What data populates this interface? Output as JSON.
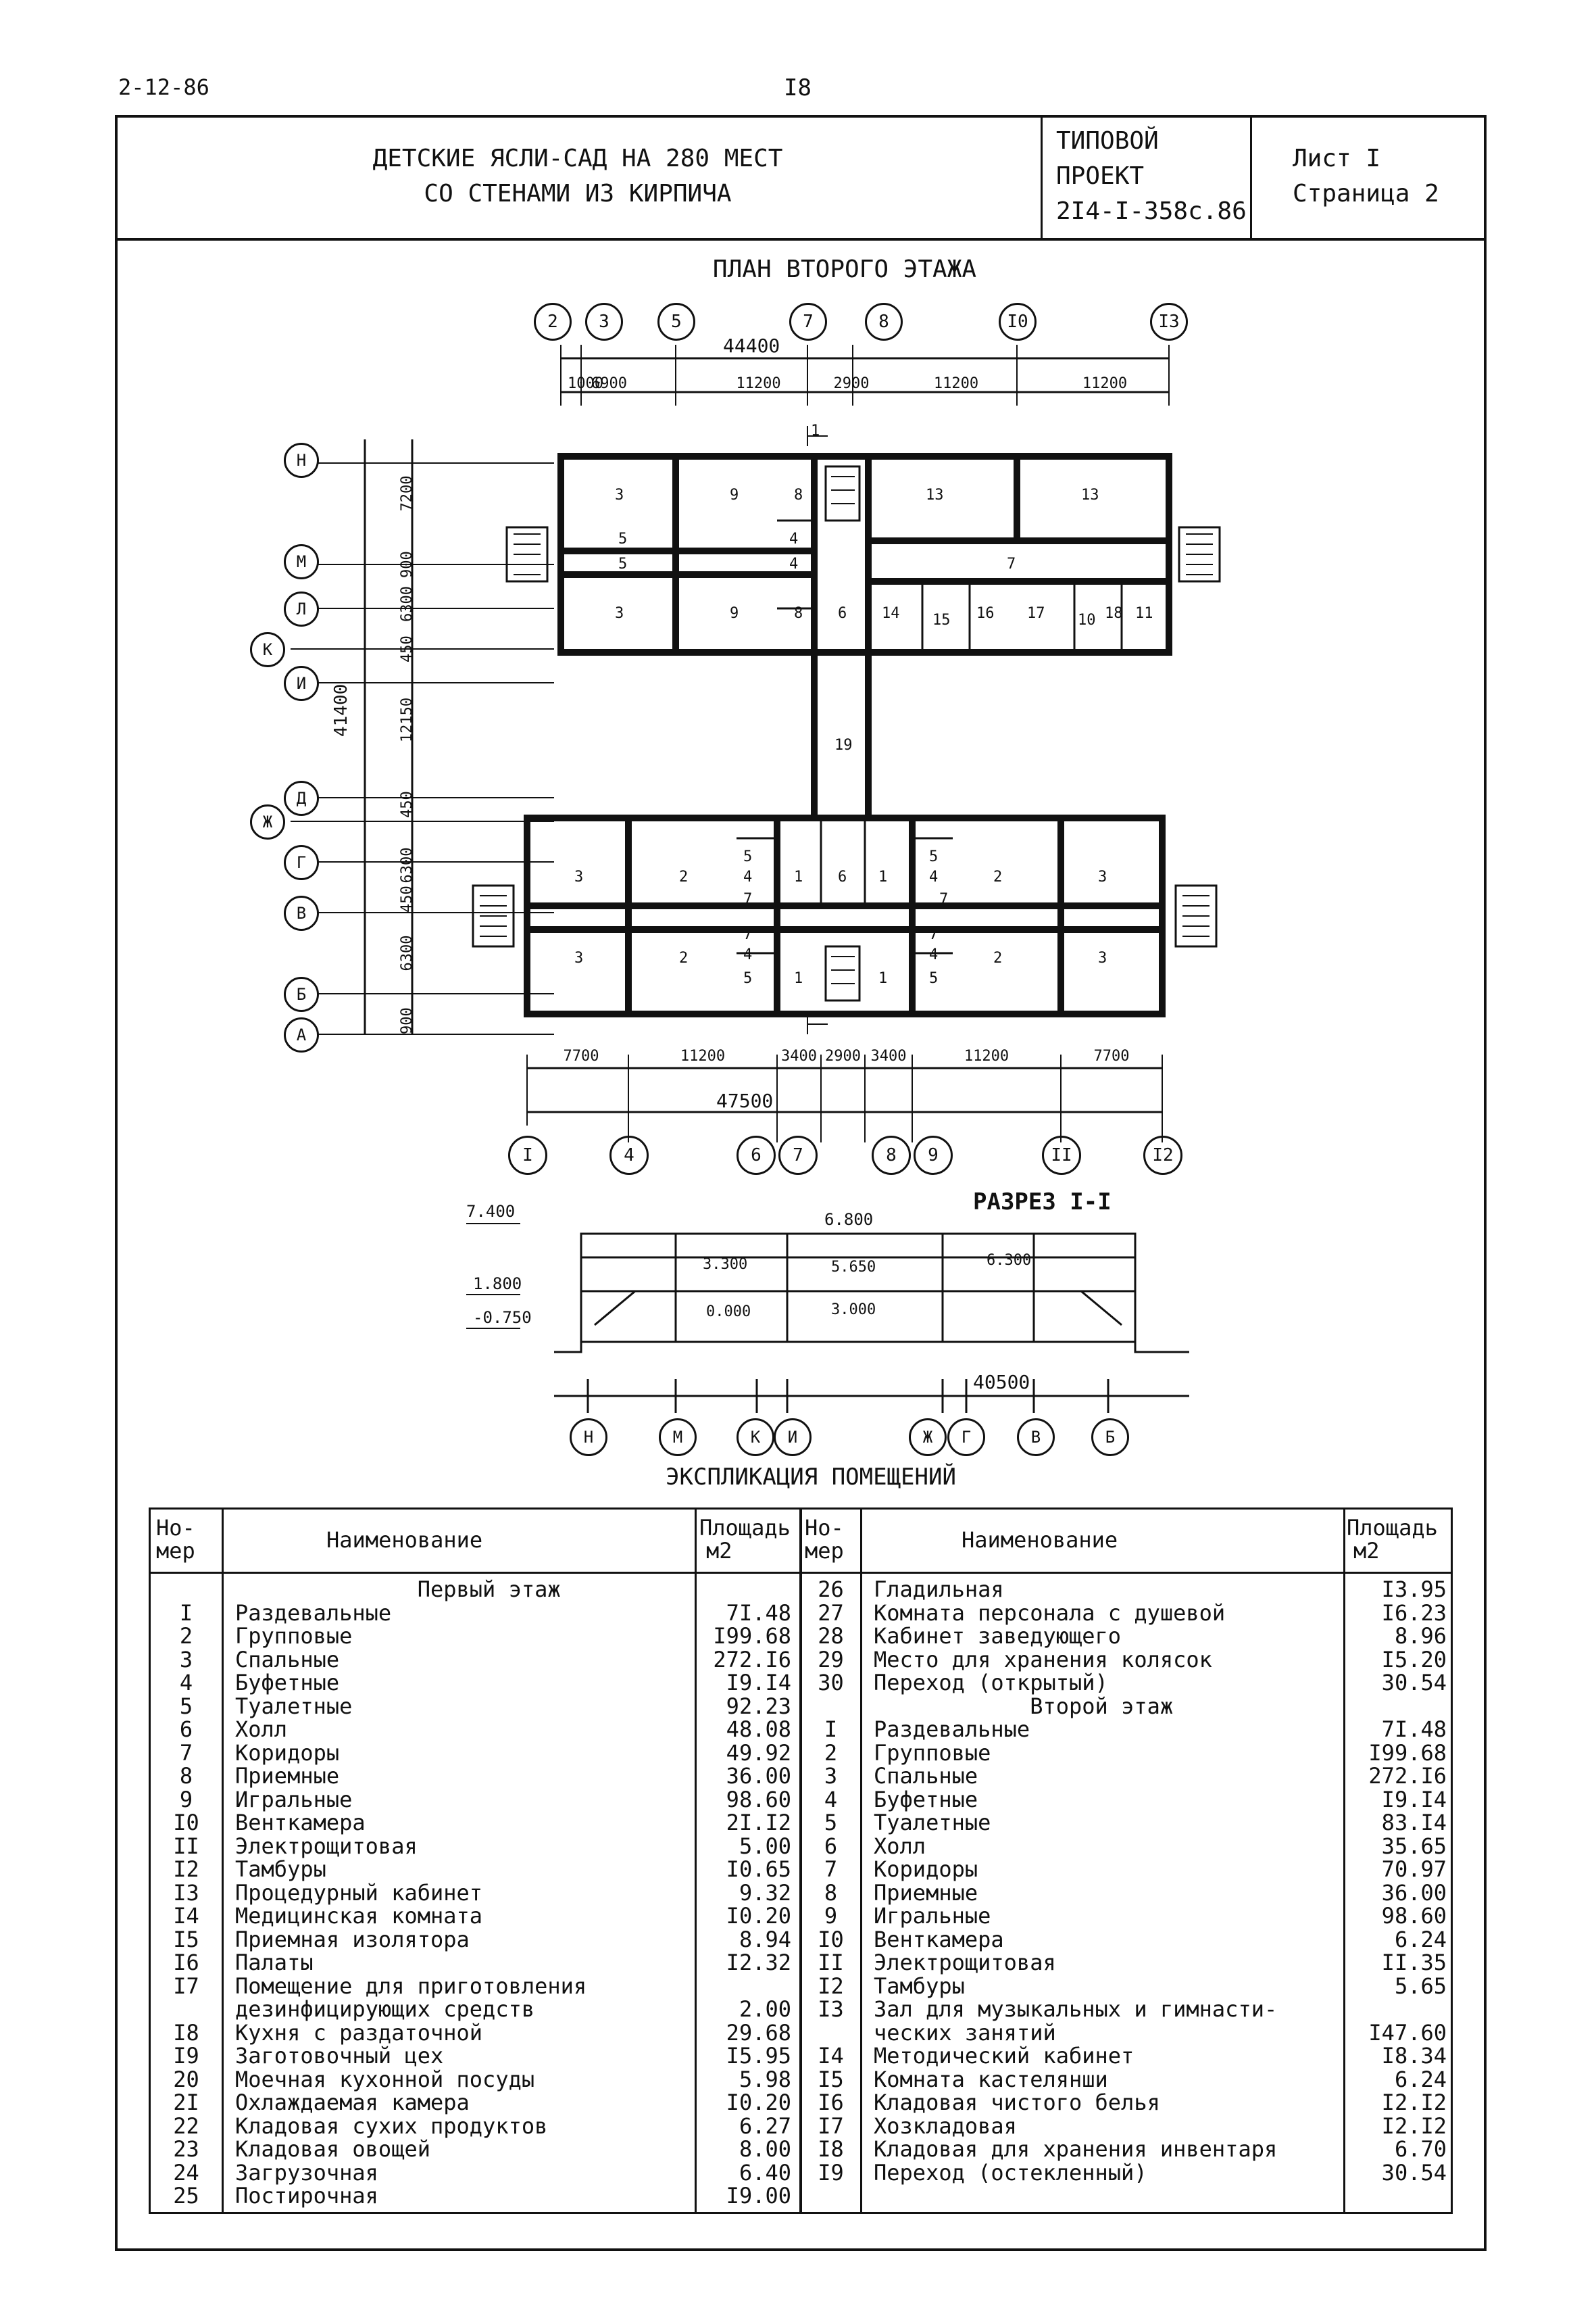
{
  "header": {
    "sheet_code": "2-12-86",
    "page_number": "I8"
  },
  "title_block": {
    "line1": "ДЕТСКИЕ ЯСЛИ-САД НА 280 МЕСТ",
    "line2": "СО СТЕНАМИ ИЗ КИРПИЧА",
    "project_label": "ТИПОВОЙ ПРОЕКТ",
    "project_code": "2I4-I-358с.86",
    "sheet_label": "Лист I",
    "page_label": "Страница 2"
  },
  "plan": {
    "title": "ПЛАН ВТОРОГО ЭТАЖА",
    "top_axes": [
      "2",
      "3",
      "5",
      "7",
      "8",
      "I0",
      "I3"
    ],
    "top_total": "44400",
    "top_dims": [
      "1000",
      "6900",
      "11200",
      "2900",
      "11200",
      "11200"
    ],
    "left_axes": [
      "Н",
      "М",
      "Л",
      "К",
      "И",
      "Д",
      "Ж",
      "Г",
      "В",
      "Б",
      "А"
    ],
    "left_total": "41400",
    "left_dims": [
      "7200",
      "900",
      "6300",
      "450",
      "12150",
      "450",
      "6300",
      "450",
      "6300",
      "900"
    ],
    "bottom_axes": [
      "I",
      "4",
      "6",
      "7",
      "8",
      "9",
      "II",
      "I2"
    ],
    "bottom_total": "47500",
    "bottom_dims": [
      "7700",
      "11200",
      "3400",
      "2900",
      "3400",
      "11200",
      "7700"
    ],
    "section_mark": "1",
    "room_labels": {
      "n_west": [
        "3",
        "9",
        "8",
        "5",
        "5",
        "4",
        "4",
        "3",
        "9",
        "8"
      ],
      "n_east": [
        "13",
        "13",
        "7",
        "6",
        "14",
        "15",
        "16",
        "17",
        "10",
        "18",
        "11"
      ],
      "link": [
        "19"
      ],
      "south": [
        "3",
        "2",
        "5",
        "4",
        "7",
        "1",
        "6",
        "1",
        "5",
        "4",
        "2",
        "3",
        "7",
        "3",
        "2",
        "7",
        "4",
        "5",
        "1",
        "1",
        "7",
        "4",
        "5",
        "2",
        "3"
      ]
    }
  },
  "section": {
    "title": "РАЗРЕЗ I-I",
    "levels": [
      "7.400",
      "6.800",
      "3.300",
      "5.650",
      "6.300",
      "3.000",
      "1.800",
      "-0.750",
      "0.000"
    ],
    "total": "40500",
    "axes": [
      "Н",
      "М",
      "К",
      "И",
      "Ж",
      "Г",
      "В",
      "Б"
    ]
  },
  "explication": {
    "title": "ЭКСПЛИКАЦИЯ ПОМЕЩЕНИЙ",
    "col_num": [
      "Но-",
      "мер"
    ],
    "col_name": "Наименование",
    "col_area": [
      "Площадь",
      "м2"
    ],
    "left": [
      {
        "n": "",
        "name": "              Первый этаж",
        "a": ""
      },
      {
        "n": "I",
        "name": "Раздевальные",
        "a": "7I.48"
      },
      {
        "n": "2",
        "name": "Групповые",
        "a": "I99.68"
      },
      {
        "n": "3",
        "name": "Спальные",
        "a": "272.I6"
      },
      {
        "n": "4",
        "name": "Буфетные",
        "a": "I9.I4"
      },
      {
        "n": "5",
        "name": "Туалетные",
        "a": "92.23"
      },
      {
        "n": "6",
        "name": "Холл",
        "a": "48.08"
      },
      {
        "n": "7",
        "name": "Коридоры",
        "a": "49.92"
      },
      {
        "n": "8",
        "name": "Приемные",
        "a": "36.00"
      },
      {
        "n": "9",
        "name": "Игральные",
        "a": "98.60"
      },
      {
        "n": "I0",
        "name": "Венткамера",
        "a": "2I.I2"
      },
      {
        "n": "II",
        "name": "Электрощитовая",
        "a": "5.00"
      },
      {
        "n": "I2",
        "name": "Тамбуры",
        "a": "I0.65"
      },
      {
        "n": "I3",
        "name": "Процедурный кабинет",
        "a": "9.32"
      },
      {
        "n": "I4",
        "name": "Медицинская комната",
        "a": "I0.20"
      },
      {
        "n": "I5",
        "name": "Приемная изолятора",
        "a": "8.94"
      },
      {
        "n": "I6",
        "name": "Палаты",
        "a": "I2.32"
      },
      {
        "n": "I7",
        "name": "Помещение для приготовления",
        "a": ""
      },
      {
        "n": "",
        "name": "дезинфицирующих средств",
        "a": "2.00"
      },
      {
        "n": "I8",
        "name": "Кухня с раздаточной",
        "a": "29.68"
      },
      {
        "n": "I9",
        "name": "Заготовочный цех",
        "a": "I5.95"
      },
      {
        "n": "20",
        "name": "Моечная кухонной посуды",
        "a": "5.98"
      },
      {
        "n": "2I",
        "name": "Охлаждаемая камера",
        "a": "I0.20"
      },
      {
        "n": "22",
        "name": "Кладовая сухих продуктов",
        "a": "6.27"
      },
      {
        "n": "23",
        "name": "Кладовая овощей",
        "a": "8.00"
      },
      {
        "n": "24",
        "name": "Загрузочная",
        "a": "6.40"
      },
      {
        "n": "25",
        "name": "Постирочная",
        "a": "I9.00"
      }
    ],
    "right": [
      {
        "n": "26",
        "name": "Гладильная",
        "a": "I3.95"
      },
      {
        "n": "27",
        "name": "Комната персонала с душевой",
        "a": "I6.23"
      },
      {
        "n": "28",
        "name": "Кабинет заведующего",
        "a": "8.96"
      },
      {
        "n": "29",
        "name": "Место для хранения колясок",
        "a": "I5.20"
      },
      {
        "n": "30",
        "name": "Переход (открытый)",
        "a": "30.54"
      },
      {
        "n": "",
        "name": "            Второй этаж",
        "a": ""
      },
      {
        "n": "I",
        "name": "Раздевальные",
        "a": "7I.48"
      },
      {
        "n": "2",
        "name": "Групповые",
        "a": "I99.68"
      },
      {
        "n": "3",
        "name": "Спальные",
        "a": "272.I6"
      },
      {
        "n": "4",
        "name": "Буфетные",
        "a": "I9.I4"
      },
      {
        "n": "5",
        "name": "Туалетные",
        "a": "83.I4"
      },
      {
        "n": "6",
        "name": "Холл",
        "a": "35.65"
      },
      {
        "n": "7",
        "name": "Коридоры",
        "a": "70.97"
      },
      {
        "n": "8",
        "name": "Приемные",
        "a": "36.00"
      },
      {
        "n": "9",
        "name": "Игральные",
        "a": "98.60"
      },
      {
        "n": "I0",
        "name": "Венткамера",
        "a": "6.24"
      },
      {
        "n": "II",
        "name": "Электрощитовая",
        "a": "II.35"
      },
      {
        "n": "I2",
        "name": "Тамбуры",
        "a": "5.65"
      },
      {
        "n": "I3",
        "name": "Зал для музыкальных и гимнасти-",
        "a": ""
      },
      {
        "n": "",
        "name": "ческих занятий",
        "a": "I47.60"
      },
      {
        "n": "I4",
        "name": "Методический кабинет",
        "a": "I8.34"
      },
      {
        "n": "I5",
        "name": "Комната кастелянши",
        "a": "6.24"
      },
      {
        "n": "I6",
        "name": "Кладовая чистого белья",
        "a": "I2.I2"
      },
      {
        "n": "I7",
        "name": "Хозкладовая",
        "a": "I2.I2"
      },
      {
        "n": "I8",
        "name": "Кладовая для хранения инвентаря",
        "a": "6.70"
      },
      {
        "n": "I9",
        "name": "Переход (остекленный)",
        "a": "30.54"
      }
    ]
  }
}
